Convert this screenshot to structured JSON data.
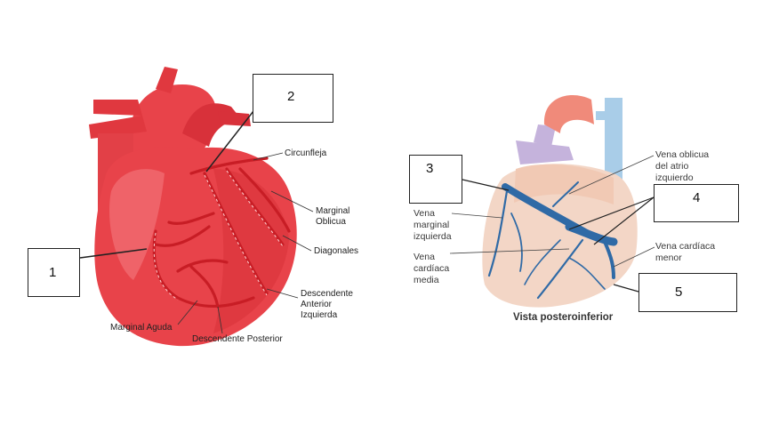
{
  "left_labels": {
    "circunfleja": "Circunfleja",
    "marginal_oblicua_1": "Marginal",
    "marginal_oblicua_2": "Oblicua",
    "diagonales": "Diagonales",
    "descendente_anterior_1": "Descendente",
    "descendente_anterior_2": "Anterior",
    "descendente_anterior_3": "Izquierda",
    "marginal_aguda": "Marginal Aguda",
    "descendente_posterior": "Descendente Posterior"
  },
  "right_labels": {
    "vena_oblicua_1": "Vena oblicua",
    "vena_oblicua_2": "del atrio",
    "vena_oblicua_3": "izquierdo",
    "vena_marginal_1": "Vena",
    "vena_marginal_2": "marginal",
    "vena_marginal_3": "izquierda",
    "vena_media_1": "Vena",
    "vena_media_2": "cardíaca",
    "vena_media_3": "media",
    "vena_menor_1": "Vena cardíaca",
    "vena_menor_2": "menor",
    "caption": "Vista posteroinferior"
  },
  "boxes": {
    "b1": "1",
    "b2": "2",
    "b3": "3",
    "b4": "4",
    "b5": "5"
  },
  "colors": {
    "heart_red": "#e8434a",
    "heart_light": "#f37a7e",
    "vessel_red": "#c81d25",
    "heart_beige": "#f3d6c6",
    "vein_blue": "#2f6aa6",
    "vessel_purple": "#c5b3dc",
    "vessel_lightblue": "#a9cde8"
  }
}
